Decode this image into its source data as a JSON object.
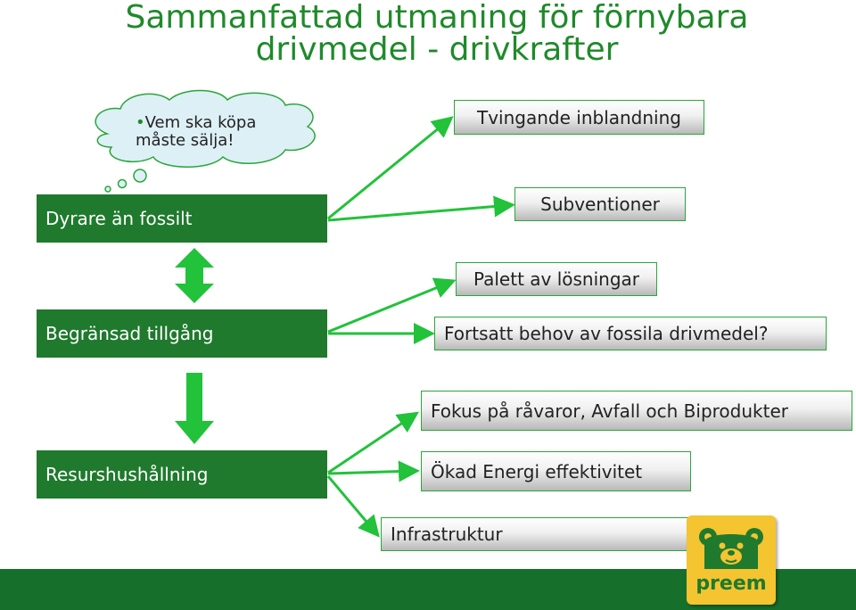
{
  "title": {
    "line1": "Sammanfattad utmaning för förnybara",
    "line2": "drivmedel - drivkrafter"
  },
  "cloud": {
    "line1": "Vem ska köpa",
    "line2": "måste sälja!"
  },
  "left_boxes": {
    "costlier": "Dyrare än fossilt",
    "limited": "Begränsad tillgång",
    "resource": "Resurshushållning"
  },
  "right_boxes": {
    "mandatory": "Tvingande inblandning",
    "subsidies": "Subventioner",
    "palette": "Palett av lösningar",
    "fossil_need": "Fortsatt behov av fossila drivmedel?",
    "focus": "Fokus på råvaror, Avfall och Biprodukter",
    "efficiency": "Ökad Energi effektivitet",
    "infrastructure": "Infrastruktur"
  },
  "logo": {
    "text": "preem",
    "icon": "bear-icon"
  },
  "colors": {
    "title_green": "#1f8a2a",
    "box_green": "#1f7a2d",
    "arrow_green": "#22c23a",
    "footer_green": "#16702c",
    "logo_yellow": "#f4c431"
  }
}
